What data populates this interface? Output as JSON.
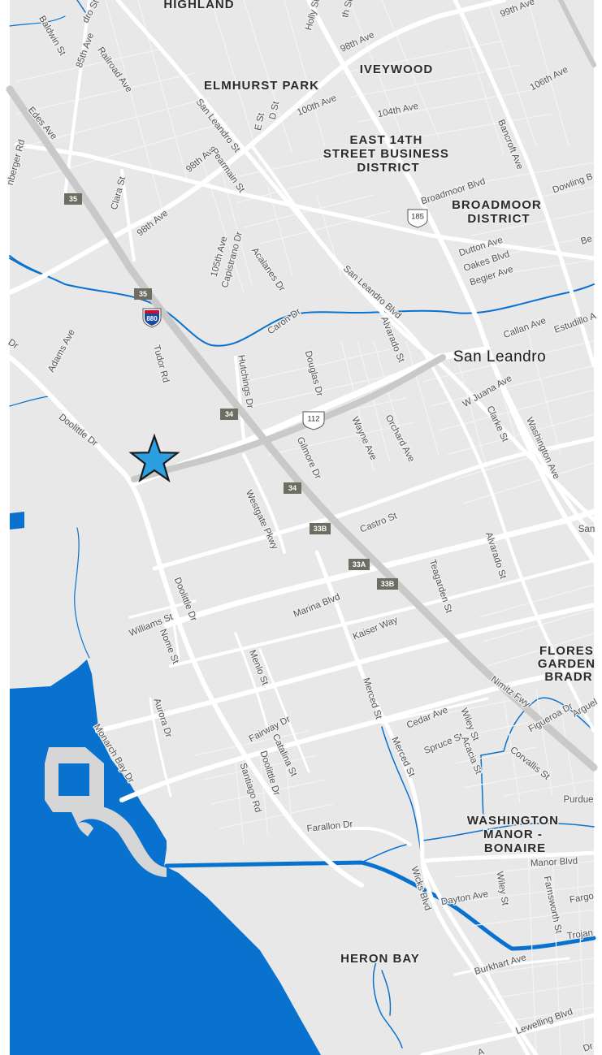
{
  "map": {
    "colors": {
      "land": "#e8e8e8",
      "water": "#0972cf",
      "road": "#ffffff",
      "highway": "#c9c9c9",
      "exit_badge": "#6d6d62",
      "marker": "#2b9fe0"
    },
    "marker": {
      "icon": "star-icon"
    },
    "area_labels": [
      {
        "id": "highland",
        "lines": [
          "HIGHLAND"
        ]
      },
      {
        "id": "elmhurst-park",
        "lines": [
          "ELMHURST PARK"
        ]
      },
      {
        "id": "iveywood",
        "lines": [
          "IVEYWOOD"
        ]
      },
      {
        "id": "east-14th",
        "lines": [
          "EAST 14TH",
          "STREET BUSINESS",
          "DISTRICT"
        ]
      },
      {
        "id": "broadmoor",
        "lines": [
          "BROADMOOR",
          "DISTRICT"
        ]
      },
      {
        "id": "flores",
        "lines": [
          "FLORES",
          "GARDEN",
          "BRADR"
        ]
      },
      {
        "id": "washington-manor",
        "lines": [
          "WASHINGTON",
          "MANOR -",
          "BONAIRE"
        ]
      },
      {
        "id": "heron-bay",
        "lines": [
          "HERON BAY"
        ]
      }
    ],
    "city_label": "San Leandro",
    "street_labels": [
      "dro St",
      "85th Ave",
      "Baldwin St",
      "Railroad Ave",
      "Edes Ave",
      "nberger Rd",
      "Holly St",
      "th St",
      "98th Ave",
      "99th Ave",
      "106th Ave",
      "100th Ave",
      "D St",
      "E St",
      "104th Ave",
      "San Leandro St",
      "98th Ave",
      "Pearmain St",
      "Clara St",
      "98th Ave",
      "Bancroft Ave",
      "Dowling B",
      "Broadmoor Blvd",
      "Dutton Ave",
      "Oakes Blvd",
      "Begier Ave",
      "Be",
      "105th Ave",
      "Capistrano Dr",
      "Acalanes Dr",
      "San Leandro Blvd",
      "Callan Ave",
      "Estudillo A",
      "Caron Dr",
      "Alvarado St",
      "Douglas Dr",
      "Hutchings Dr",
      "Tudor Rd",
      "Adams Ave",
      "Dr",
      "Doolittle Dr",
      "W Juana Ave",
      "Clarke St",
      "Washington Ave",
      "Orchard Ave",
      "Wayne Ave",
      "Gilmore Dr",
      "Westgate Pkwy",
      "Castro St",
      "San",
      "Alvarado St",
      "Teagarden St",
      "Doolittle Dr",
      "Marina Blvd",
      "Kaiser Way",
      "Williams St",
      "Nome St",
      "Menlo St",
      "Nimitz Fwy",
      "Merced St",
      "Figueroa Dr",
      "Arguel",
      "Aurora Dr",
      "Monarch Bay Dr",
      "Fairway Dr",
      "Catalina St",
      "Doolittle Dr",
      "Santiago Rd",
      "Cedar Ave",
      "Wiley St",
      "Spruce St",
      "Acacia St",
      "Merced St",
      "Corvallis St",
      "Purdue",
      "Farallon Dr",
      "Manor Blvd",
      "Wicks Blvd",
      "Dayton Ave",
      "Wiley St",
      "Farnsworth St",
      "Fargo",
      "Trojan",
      "Burkhart Ave",
      "Lewelling Blvd",
      "A",
      "Dr"
    ],
    "exit_badges": [
      "35",
      "35",
      "34",
      "34",
      "33B",
      "33A",
      "33B"
    ],
    "route_shields": [
      "185",
      "112"
    ],
    "interstate": "880"
  }
}
